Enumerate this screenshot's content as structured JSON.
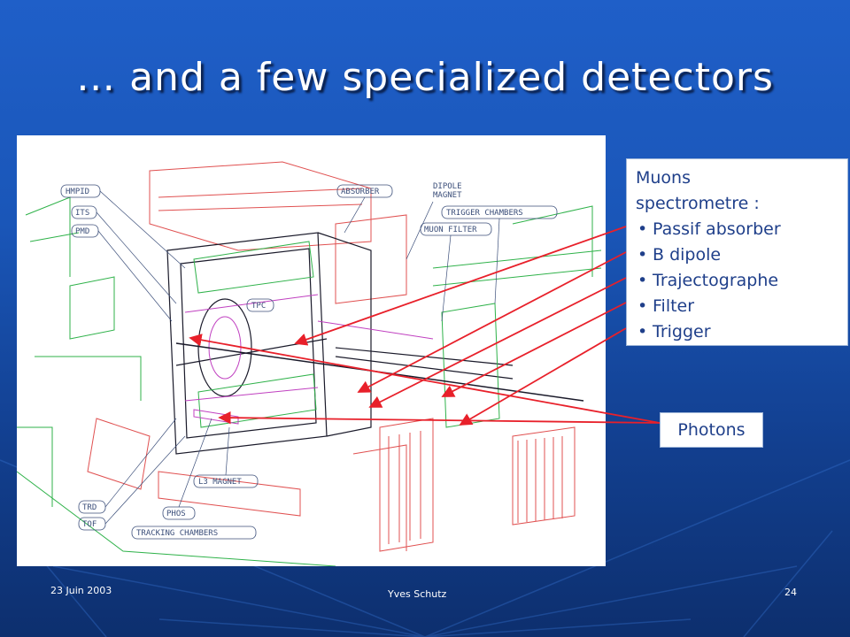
{
  "slide": {
    "title": "… and a few specialized detectors",
    "background_color": "#1a56b8",
    "arrow_color": "#e8202a"
  },
  "figure": {
    "labels": {
      "hmpid": "HMPID",
      "its": "ITS",
      "pmd": "PMD",
      "absorber": "ABSORBER",
      "dipole": "DIPOLE",
      "magnet": "MAGNET",
      "trigger_chambers": "TRIGGER  CHAMBERS",
      "muon_filter": "MUON FILTER",
      "tpc": "TPC",
      "l3_magnet": "L3 MAGNET",
      "trd": "TRD",
      "tof": "TOF",
      "phos": "PHOS",
      "tracking_chambers": "TRACKING CHAMBERS"
    }
  },
  "muons": {
    "heading_line1": "Muons",
    "heading_line2": "spectrometre :",
    "items": [
      "Passif absorber",
      "B dipole",
      "Trajectographe",
      "Filter",
      "Trigger"
    ]
  },
  "photons": {
    "label": "Photons"
  },
  "footer": {
    "date": "23 Juin 2003",
    "author": "Yves Schutz",
    "page": "24"
  }
}
